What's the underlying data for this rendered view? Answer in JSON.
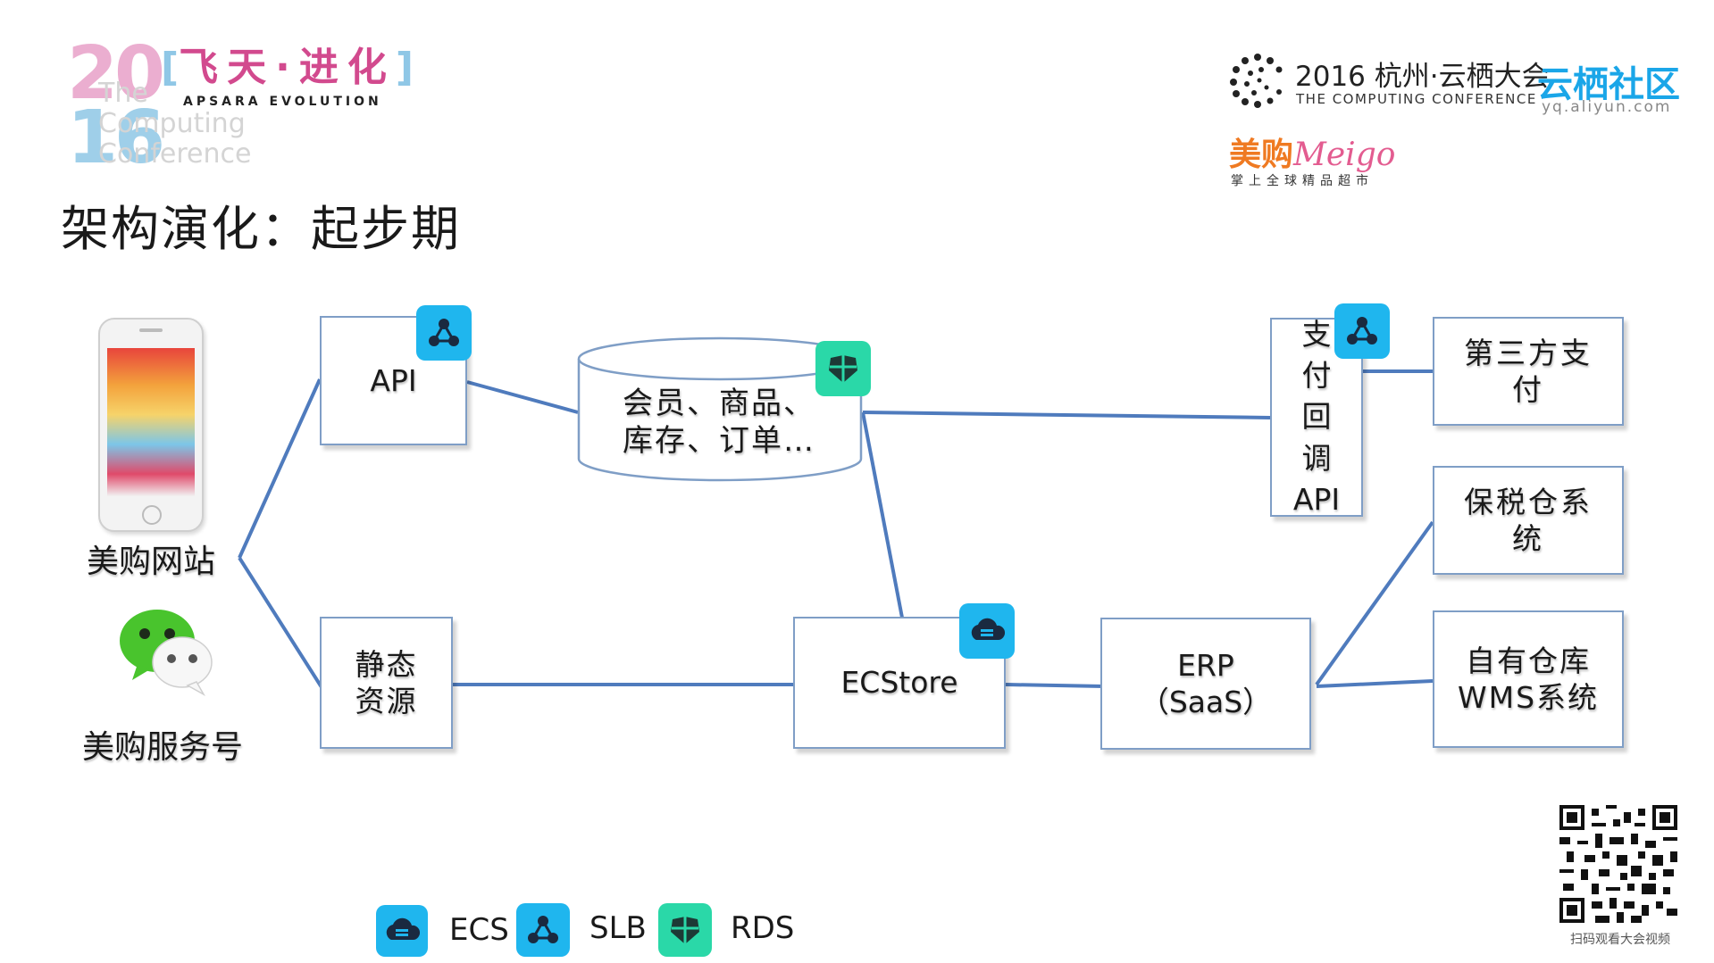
{
  "title": "架构演化：起步期",
  "top_left_logo": {
    "year_top": "20",
    "year_bottom": "16",
    "slogan": "飞天·进化",
    "slogan_en": "APSARA EVOLUTION",
    "ghost_line1": "The",
    "ghost_line2": "Computing",
    "ghost_line3": "Conference"
  },
  "top_right_logo": {
    "main": "2016 杭州·云栖大会",
    "sub": "THE COMPUTING CONFERENCE",
    "community": "云栖社区",
    "community_url": "yq.aliyun.com",
    "brand": "美购",
    "brand_en": "Meigo",
    "brand_sub": "掌上全球精品超市"
  },
  "clients": {
    "website": "美购网站",
    "wechat": "美购服务号"
  },
  "nodes": {
    "api": "API",
    "db": "会员、商品、\n库存、订单…",
    "pay_callback": "支\n付\n回\n调\nAPI",
    "third_party_pay": "第三方支\n付",
    "bonded_warehouse": "保税仓系\n统",
    "static": "静态\n资源",
    "ecstore": "ECStore",
    "erp": "ERP\n（SaaS）",
    "own_warehouse": "自有仓库\nWMS系统"
  },
  "legend": {
    "ecs": "ECS",
    "slb": "SLB",
    "rds": "RDS"
  },
  "qr_caption": "扫码观看大会视频",
  "colors": {
    "edge": "#4f7bbd",
    "ecs_badge": "#1fb6ee",
    "slb_badge": "#1fb6ee",
    "rds_badge": "#2ad8a8",
    "node_border": "#7f9ec6"
  }
}
